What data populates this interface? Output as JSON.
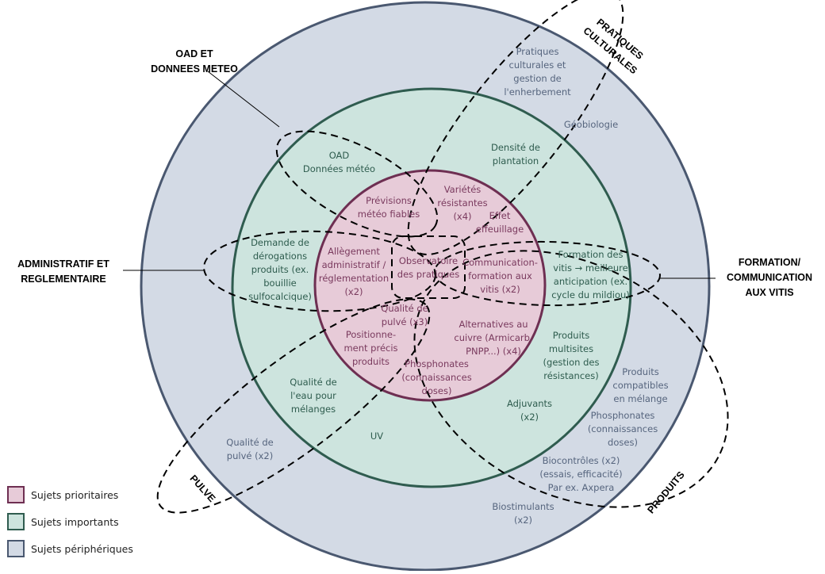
{
  "colors": {
    "prioritaires_fill": "#e7cbd8",
    "prioritaires_stroke": "#6e2f52",
    "importants_fill": "#cde4de",
    "importants_stroke": "#2f5c4f",
    "peripheriques_fill": "#d3dae5",
    "peripheriques_stroke": "#4a5870"
  },
  "categories": {
    "oad": "OAD ET\nDONNEES METEO",
    "pratiques": "PRATIQUES\nCULTURALES",
    "administratif": "ADMINISTRATIF ET\nREGLEMENTAIRE",
    "formation": "FORMATION/\nCOMMUNICATION\nAUX VITIS",
    "pulve": "PULVE",
    "produits": "PRODUITS"
  },
  "prioritaires": {
    "previsions": "Prévisions\nmétéo fiables",
    "varietes": "Variétés\nrésistantes\n(x4)",
    "effeuillage": "Effet\neffeuillage",
    "allegement": "Allègement\nadministratif /\nréglementation\n(x2)",
    "observatoire": "Observatoire\ndes pratiques",
    "communication": "Communication-\nformation aux\nvitis (x2)",
    "qualite_pulve": "Qualité de\npulvé (x3)",
    "positionnement": "Positionne-\nment précis\nproduits",
    "alternatives": "Alternatives au\ncuivre (Armicarb,\nPNPP...) (x4)",
    "phosphonates": "Phosphonates\n(connaissances\ndoses)"
  },
  "importants": {
    "oad": "OAD\nDonnées météo",
    "densite": "Densité de\nplantation",
    "derogations": "Demande de\ndérogations\nproduits (ex.\nbouillie\nsulfocalcique)",
    "formation": "Formation des\nvitis → meilleure\nanticipation (ex.\ncycle du mildiou)",
    "multisites": "Produits\nmultisites\n(gestion des\nrésistances)",
    "eau": "Qualité de\nl'eau pour\nmélanges",
    "uv": "UV",
    "adjuvants": "Adjuvants\n(x2)"
  },
  "peripheriques": {
    "pratiques": "Pratiques\nculturales et\ngestion de\nl'enherbement",
    "geobiologie": "Géobiologie",
    "compatibles": "Produits\ncompatibles\nen mélange",
    "phosphonates": "Phosphonates\n(connaissances\ndoses)",
    "biocontroles": "Biocontrôles (x2)\n(essais, efficacité)\nPar ex. Axpera",
    "biostimulants": "Biostimulants\n(x2)",
    "qualite_pulve": "Qualité de\npulvé (x2)"
  },
  "legend": [
    {
      "label": "Sujets prioritaires",
      "fill": "#e7cbd8",
      "stroke": "#6e2f52"
    },
    {
      "label": "Sujets importants",
      "fill": "#cde4de",
      "stroke": "#2f5c4f"
    },
    {
      "label": "Sujets périphériques",
      "fill": "#d3dae5",
      "stroke": "#4a5870"
    }
  ]
}
